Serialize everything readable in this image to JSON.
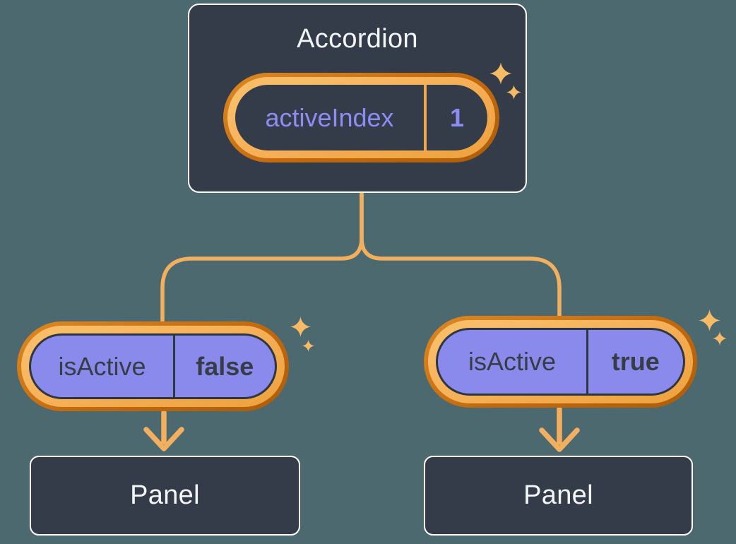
{
  "colors": {
    "background": "#4C6970",
    "node_bg": "#353C49",
    "node_border": "#FFFFFF",
    "orange_line": "#F2B05E",
    "orange_ring_dark": "#C2690F",
    "orange_ring_light": "#F4AC52",
    "orange_divider": "#EFA64C",
    "sparkle": "#F7BB64",
    "purple_fill": "#8A8AEC",
    "purple_text": "#8C8CF2",
    "dark_text": "#363D47",
    "pill_outline": "#2E3640",
    "light_text": "#F4F5F7"
  },
  "accordion": {
    "title": "Accordion",
    "state": {
      "name": "activeIndex",
      "value": "1"
    }
  },
  "children": [
    {
      "state": {
        "name": "isActive",
        "value": "false"
      },
      "panel_label": "Panel"
    },
    {
      "state": {
        "name": "isActive",
        "value": "true"
      },
      "panel_label": "Panel"
    }
  ]
}
